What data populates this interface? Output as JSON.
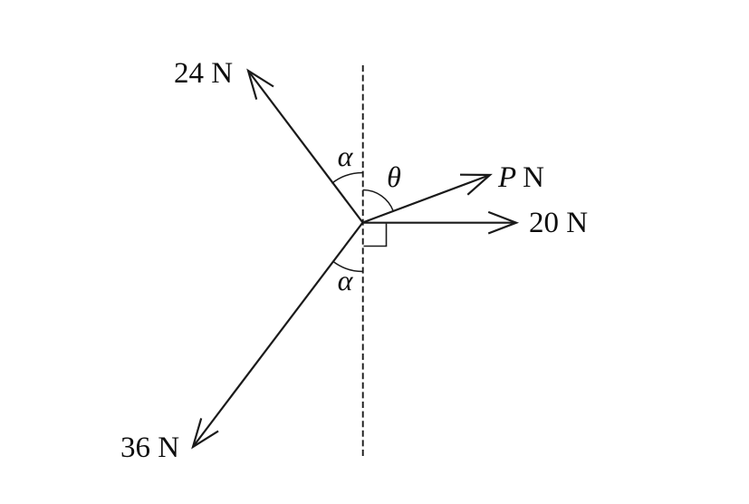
{
  "diagram": {
    "background_color": "#ffffff",
    "line_color": "#1a1a1a",
    "text_color": "#0e0e0e",
    "forces": [
      {
        "name": "force-24n",
        "label": "24 N",
        "direction": "up-left"
      },
      {
        "name": "force-p",
        "symbol": "P",
        "unit": "N",
        "direction": "up-right"
      },
      {
        "name": "force-20n",
        "label": "20 N",
        "direction": "right"
      },
      {
        "name": "force-36n",
        "label": "36 N",
        "direction": "down-left"
      }
    ],
    "angles": [
      {
        "name": "alpha-upper",
        "label": "α",
        "between": "24 N force and dashed vertical line"
      },
      {
        "name": "theta",
        "label": "θ",
        "between": "dashed vertical line and P N force"
      },
      {
        "name": "alpha-lower",
        "label": "α",
        "between": "36 N force and dashed vertical line"
      }
    ],
    "reference_line": "vertical dashed line through origin",
    "right_angle_marker": "between dashed vertical line and 20 N force"
  }
}
